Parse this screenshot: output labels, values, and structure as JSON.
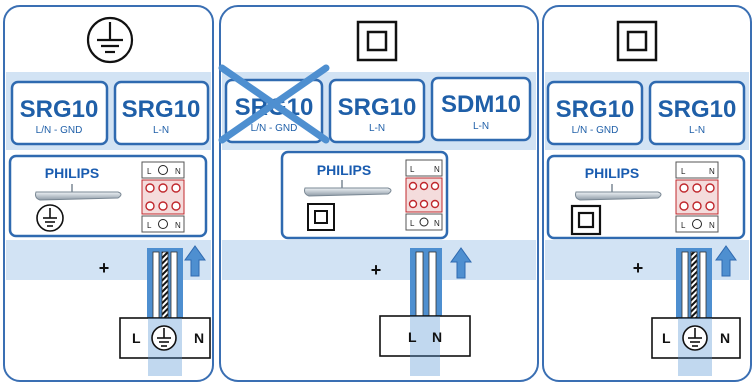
{
  "panels": [
    {
      "id": "left",
      "top_symbol": "earth-symbol-icon",
      "labels": [
        {
          "title": "SRG10",
          "sub": "L/N - GND",
          "crossed": false
        },
        {
          "title": "SRG10",
          "sub": "L-N",
          "crossed": false
        }
      ],
      "brand": "PHILIPS",
      "device_symbol": "earth-symbol-icon",
      "terminal_labels": [
        "L",
        "N"
      ],
      "plus": "+",
      "wires": "three",
      "plug": {
        "left": "L",
        "right": "N",
        "has_earth": true
      }
    },
    {
      "id": "middle",
      "top_symbol": "double-insulation-icon",
      "labels": [
        {
          "title": "SRG10",
          "sub": "L/N - GND",
          "crossed": true
        },
        {
          "title": "SRG10",
          "sub": "L-N",
          "crossed": false
        },
        {
          "title": "SDM10",
          "sub": "L-N",
          "crossed": false
        }
      ],
      "brand": "PHILIPS",
      "device_symbol": "double-insulation-icon",
      "terminal_labels": [
        "L",
        "N"
      ],
      "plus": "+",
      "wires": "two",
      "plug": {
        "left": "L",
        "right": "N",
        "has_earth": false
      }
    },
    {
      "id": "right",
      "top_symbol": "double-insulation-icon",
      "labels": [
        {
          "title": "SRG10",
          "sub": "L/N - GND",
          "crossed": false
        },
        {
          "title": "SRG10",
          "sub": "L-N",
          "crossed": false
        }
      ],
      "brand": "PHILIPS",
      "device_symbol": "double-insulation-icon",
      "terminal_labels": [
        "L",
        "N"
      ],
      "plus": "+",
      "wires": "three",
      "plug": {
        "left": "L",
        "right": "N",
        "has_earth": true
      }
    }
  ],
  "colors": {
    "accent": "#2f6ab0",
    "shade": "#d2e3f4",
    "terminal_red": "#c0282d"
  }
}
